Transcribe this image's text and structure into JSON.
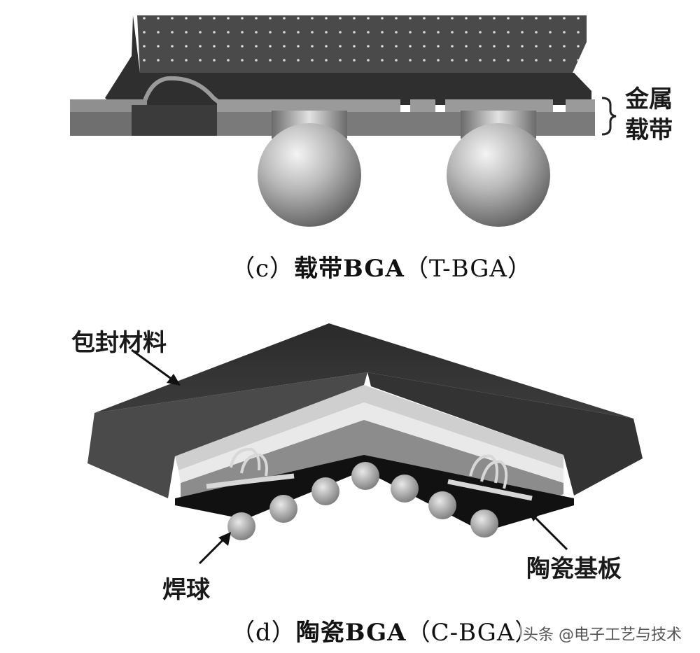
{
  "panel_c": {
    "caption_prefix": "（c）",
    "caption_main": "载带BGA",
    "caption_suffix": "（T-BGA）",
    "label_metal_tape_line1": "金属",
    "label_metal_tape_line2": "载带"
  },
  "panel_d": {
    "caption_prefix": "（d）",
    "caption_main": "陶瓷BGA",
    "caption_suffix": "（C-BGA）",
    "label_encapsulant": "包封材料",
    "label_solder_ball": "焊球",
    "label_ceramic_substrate": "陶瓷基板"
  },
  "watermark": "头条 @电子工艺与技术",
  "colors": {
    "mold_dark": "#3a3a3a",
    "tape_gray": "#8c8c8c",
    "ball_gray": "#b0b0b0",
    "substrate_black": "#111111"
  }
}
